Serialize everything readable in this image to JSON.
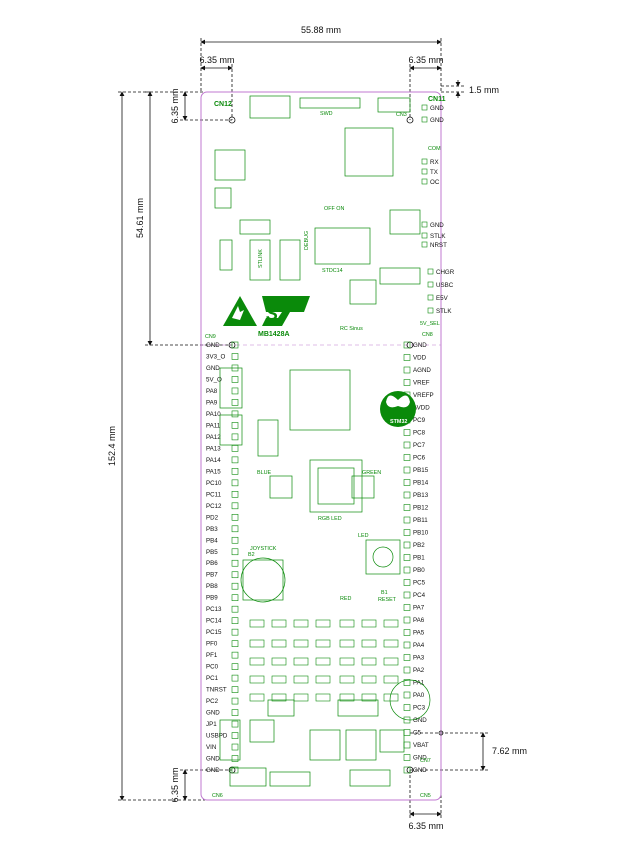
{
  "dimensions": {
    "board_width": "55.88 mm",
    "top_left_offset": "6.35 mm",
    "top_right_offset": "6.35 mm",
    "hole_gap": "1.5 mm",
    "left_hole_top": "6.35 mm",
    "upper_section_height": "54.61 mm",
    "total_height": "152.4 mm",
    "bottom_hole_left": "6.35 mm",
    "bottom_right_offset": "6.35 mm",
    "right_pitch": "7.62 mm"
  },
  "board": {
    "model": "MB1428A",
    "mcu_logo": "STM32",
    "connectors": {
      "cn_top_left": "CN12",
      "cn_top_right": "CN11",
      "cn3": "CN3",
      "cn9": "CN9",
      "cn8": "CN8",
      "cn6": "CN6",
      "cn5": "CN5",
      "cn7": "CN7"
    },
    "leds": {
      "blue": "BLUE",
      "green": "GREEN",
      "red": "RED"
    },
    "sections": {
      "stdc14": "STDC14",
      "stlink": "STLINK",
      "swd": "SWD",
      "debug": "DEBUG",
      "rgb_led": "RGB LED",
      "joystick": "JOYSTICK",
      "reset": "RESET",
      "rc_sinus": "RC Sinus",
      "vsel": "5V_SEL",
      "vled": "LED",
      "com": "COM",
      "off_on": "OFF  ON",
      "b1": "B1",
      "b2": "B2"
    }
  },
  "left_pins": [
    "GND",
    "3V3_O",
    "GND",
    "5V_O",
    "PA8",
    "PA9",
    "PA10",
    "PA11",
    "PA12",
    "PA13",
    "PA14",
    "PA15",
    "PC10",
    "PC11",
    "PC12",
    "PD2",
    "PB3",
    "PB4",
    "PB5",
    "PB6",
    "PB7",
    "PB8",
    "PB9",
    "PC13",
    "PC14",
    "PC15",
    "PF0",
    "PF1",
    "PC0",
    "PC1",
    "TNRST",
    "PC2",
    "GND",
    "JP1",
    "USBPD",
    "VIN",
    "GND",
    "GND"
  ],
  "right_pins": [
    "GND",
    "VDD",
    "AGND",
    "VREF",
    "VREFP",
    "AVDD",
    "PC9",
    "PC8",
    "PC7",
    "PC6",
    "PB15",
    "PB14",
    "PB13",
    "PB12",
    "PB11",
    "PB10",
    "PB2",
    "PB1",
    "PB0",
    "PC5",
    "PC4",
    "PA7",
    "PA6",
    "PA5",
    "PA4",
    "PA3",
    "PA2",
    "PA1",
    "PA0",
    "PC3",
    "GND",
    "C5",
    "VBAT",
    "GND",
    "GND"
  ],
  "right_top_pins": [
    "GND",
    "GND",
    "RX",
    "TX",
    "OC",
    "GND",
    "STLK",
    "NRST"
  ],
  "right_power_pins": [
    "CHGR",
    "USBC",
    "E5V",
    "STLK"
  ],
  "left_upper_labels": [
    "GND"
  ],
  "icon_names": [
    "esd-warning-icon",
    "st-logo-icon",
    "stm32-butterfly-icon",
    "mounting-hole-icon"
  ],
  "colors": {
    "silkscreen": "#0a8a0a",
    "outline": "#c07ad0",
    "dimension": "#111111"
  }
}
